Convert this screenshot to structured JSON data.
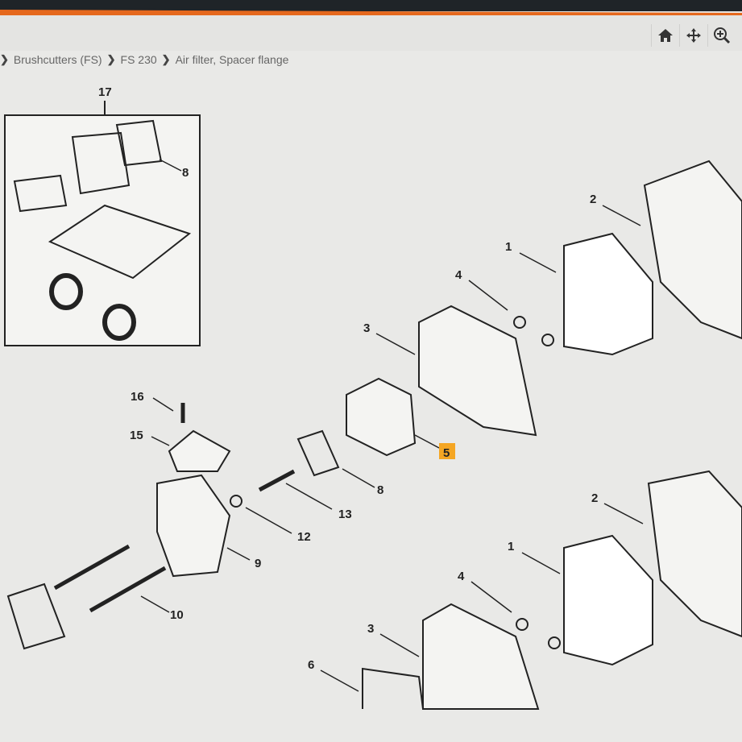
{
  "toolbar": {
    "icons": [
      "home-icon",
      "move-icon",
      "zoom-in-icon"
    ]
  },
  "breadcrumb": [
    "Brushcutters (FS)",
    "FS 230",
    "Air filter, Spacer flange"
  ],
  "diagram": {
    "callouts": [
      "17",
      "8",
      "2",
      "1",
      "4",
      "3",
      "16",
      "15",
      "5",
      "8",
      "13",
      "12",
      "9",
      "10",
      "2",
      "1",
      "4",
      "3",
      "6"
    ],
    "highlighted": "5",
    "highlight_color": "#f5a623",
    "accent_color": "#e5681d"
  }
}
